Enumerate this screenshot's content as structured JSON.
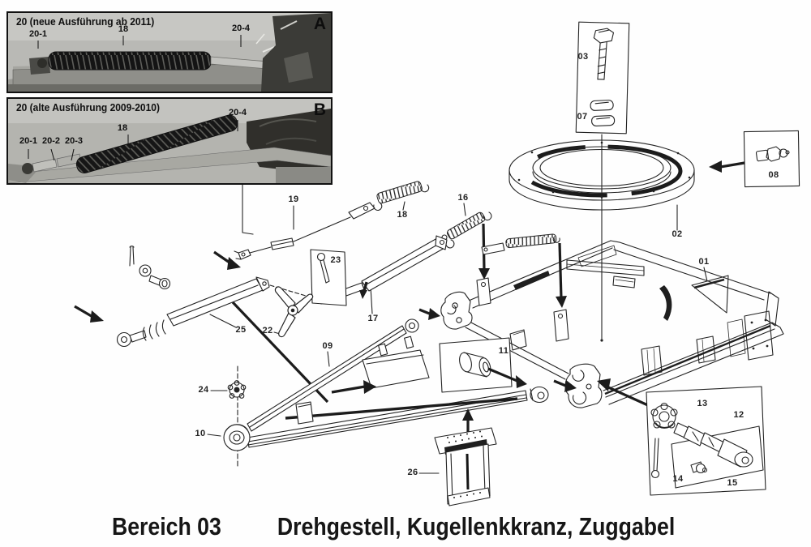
{
  "title": {
    "section": "Bereich 03",
    "subject": "Drehgestell, Kugellenkkranz, Zuggabel"
  },
  "insets": {
    "a": {
      "caption": "20 (neue Ausführung ab 2011)",
      "corner": "A",
      "l20_1": "20-1",
      "l18": "18",
      "l20_4": "20-4"
    },
    "b": {
      "caption": "20 (alte Ausführung 2009-2010)",
      "corner": "B",
      "l20_1": "20-1",
      "l20_2": "20-2",
      "l20_3": "20-3",
      "l18": "18",
      "l20_4": "20-4"
    }
  },
  "parts": {
    "p01": "01",
    "p02": "02",
    "p03": "03",
    "p07": "07",
    "p08": "08",
    "p09": "09",
    "p10": "10",
    "p11": "11",
    "p12": "12",
    "p13": "13",
    "p14": "14",
    "p15": "15",
    "p16": "16",
    "p17": "17",
    "p18": "18",
    "p19": "19",
    "p22": "22",
    "p23": "23",
    "p24": "24",
    "p25": "25",
    "p26": "26"
  },
  "colors": {
    "ink": "#232323",
    "paper": "#fefefe",
    "photo_dark": "#302f2b"
  }
}
